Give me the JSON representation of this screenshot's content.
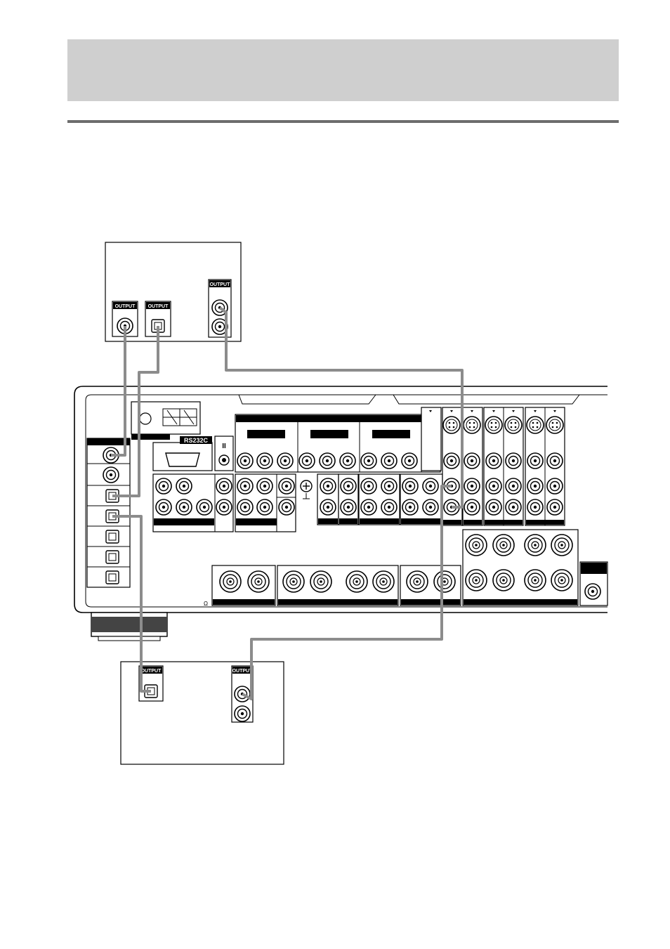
{
  "labels": {
    "output": "OUTPUT",
    "rs232c": "RS232C",
    "ir_mark": "II",
    "ohm_mark": "Ω"
  },
  "colors": {
    "header_band": "#cfcfcf",
    "header_rule": "#6d6d6d",
    "cable": "#8c8c8c",
    "line": "#000000"
  },
  "icons": [
    "coaxial-jack-icon",
    "optical-jack-icon",
    "rca-jack-icon",
    "s-video-jack-icon",
    "speaker-terminal-icon",
    "ground-screw-icon",
    "serial-port-icon",
    "antenna-terminal-icon"
  ]
}
